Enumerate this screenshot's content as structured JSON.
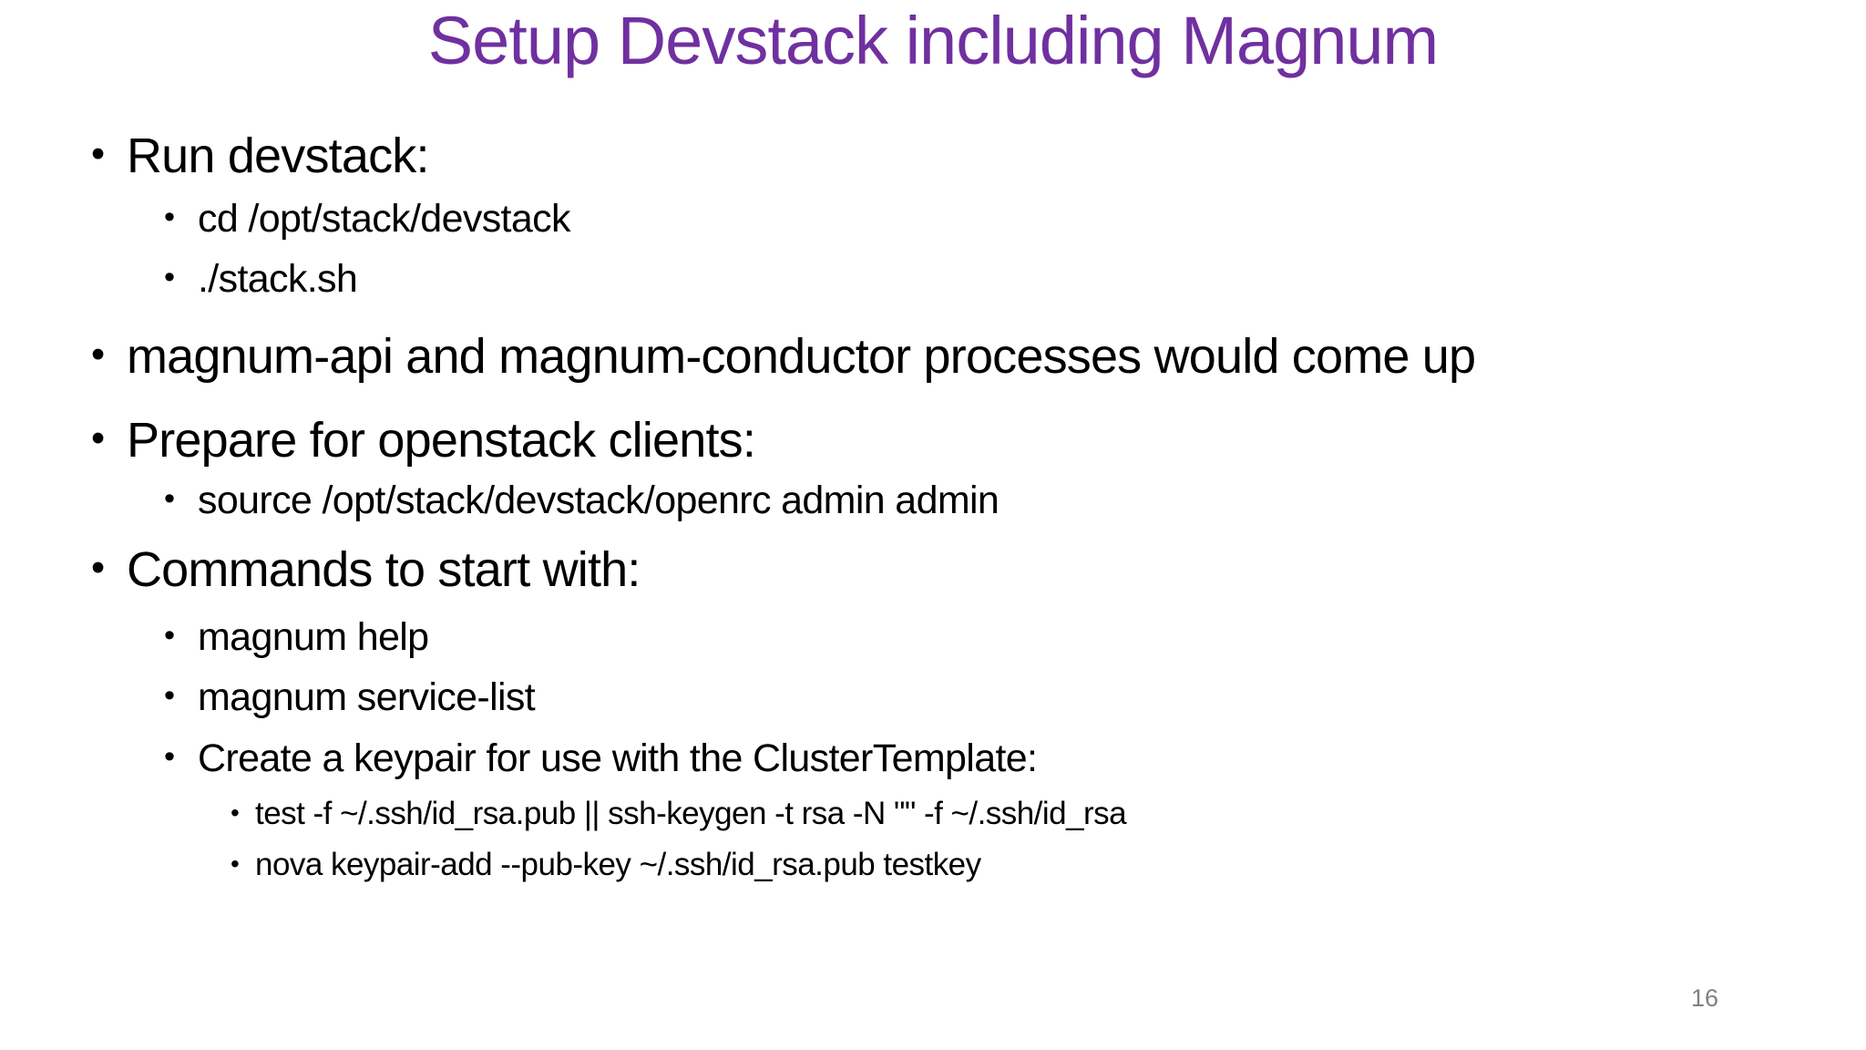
{
  "slide": {
    "title": "Setup Devstack including Magnum",
    "page_number": "16",
    "colors": {
      "title_accent": "#7030A0",
      "body_text": "#000000",
      "page_number": "#808080",
      "background": "#ffffff"
    },
    "bullets": [
      {
        "level": 1,
        "text": "Run devstack:"
      },
      {
        "level": 2,
        "text": "cd /opt/stack/devstack"
      },
      {
        "level": 2,
        "text": "./stack.sh"
      },
      {
        "level": 1,
        "text": "magnum-api and magnum-conductor processes would come up"
      },
      {
        "level": 1,
        "text": "Prepare for openstack clients:"
      },
      {
        "level": 2,
        "text": "source /opt/stack/devstack/openrc admin admin"
      },
      {
        "level": 1,
        "text": "Commands to start with:"
      },
      {
        "level": 2,
        "text": "magnum help"
      },
      {
        "level": 2,
        "text": "magnum service-list"
      },
      {
        "level": 2,
        "text": "Create a keypair for use with the ClusterTemplate:"
      },
      {
        "level": 3,
        "text": "test -f ~/.ssh/id_rsa.pub || ssh-keygen -t rsa -N \"\" -f ~/.ssh/id_rsa"
      },
      {
        "level": 3,
        "text": "nova keypair-add --pub-key ~/.ssh/id_rsa.pub testkey"
      }
    ]
  }
}
